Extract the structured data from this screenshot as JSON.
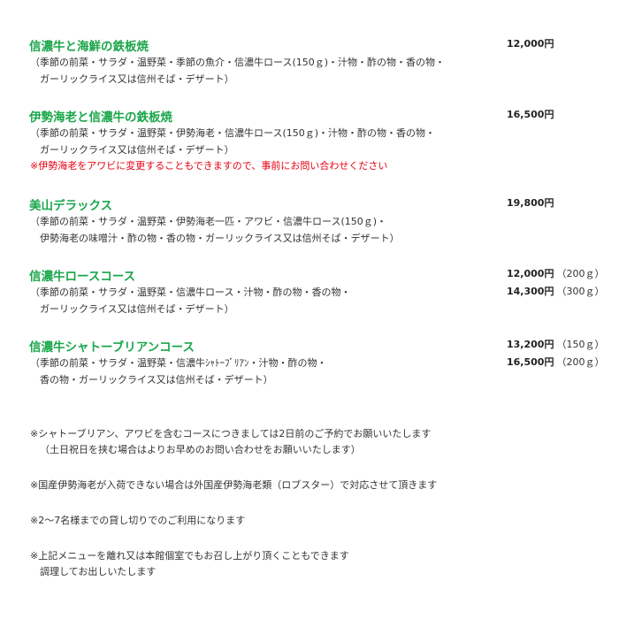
{
  "courses": [
    {
      "title": "信濃牛と海鮮の鉄板焼",
      "prices": [
        {
          "price": "12,000円",
          "note": ""
        }
      ],
      "lines": [
        "（季節の前菜・サラダ・温野菜・季節の魚介・信濃牛ロース(150ｇ)・汁物・酢の物・香の物・",
        "ガーリックライス又は信州そば・デザート）"
      ],
      "warning": ""
    },
    {
      "title": "伊勢海老と信濃牛の鉄板焼",
      "prices": [
        {
          "price": "16,500円",
          "note": ""
        }
      ],
      "lines": [
        "（季節の前菜・サラダ・温野菜・伊勢海老・信濃牛ロース(150ｇ)・汁物・酢の物・香の物・",
        "ガーリックライス又は信州そば・デザート）"
      ],
      "warning": "※伊勢海老をアワビに変更することもできますので、事前にお問い合わせください"
    },
    {
      "title": "美山デラックス",
      "prices": [
        {
          "price": "19,800円",
          "note": ""
        }
      ],
      "lines": [
        "（季節の前菜・サラダ・温野菜・伊勢海老一匹・アワビ・信濃牛ロース(150ｇ)・",
        "伊勢海老の味噌汁・酢の物・香の物・ガーリックライス又は信州そば・デザート）"
      ],
      "warning": ""
    },
    {
      "title": "信濃牛ロースコース",
      "prices": [
        {
          "price": "12,000円",
          "note": "（200ｇ）"
        },
        {
          "price": "14,300円",
          "note": "（300ｇ）"
        }
      ],
      "lines": [
        "（季節の前菜・サラダ・温野菜・信濃牛ロース・汁物・酢の物・香の物・",
        "ガーリックライス又は信州そば・デザート）"
      ],
      "warning": ""
    },
    {
      "title": "信濃牛シャトーブリアンコース",
      "prices": [
        {
          "price": "13,200円",
          "note": "（150ｇ）"
        },
        {
          "price": "16,500円",
          "note": "（200ｇ）"
        }
      ],
      "lines": [
        "（季節の前菜・サラダ・温野菜・信濃牛ｼｬﾄｰﾌﾞﾘｱﾝ・汁物・酢の物・",
        "香の物・ガーリックライス又は信州そば・デザート）"
      ],
      "warning": ""
    }
  ],
  "notes": [
    {
      "text": "※シャトーブリアン、アワビを含むコースにつきましては2日前のご予約でお願いいたします",
      "sub": "（土日祝日を挟む場合はよりお早めのお問い合わせをお願いいたします）"
    },
    {
      "text": "※国産伊勢海老が入荷できない場合は外国産伊勢海老類（ロブスター）で対応させて頂きます",
      "sub": ""
    },
    {
      "text": "※2～7名様までの貸し切りでのご利用になります",
      "sub": ""
    },
    {
      "text": "※上記メニューを離れ又は本館個室でもお召し上がり頂くこともできます",
      "sub": "調理してお出しいたします"
    }
  ],
  "colors": {
    "title": "#1aa64a",
    "warning": "#e60012",
    "text": "#333333"
  }
}
